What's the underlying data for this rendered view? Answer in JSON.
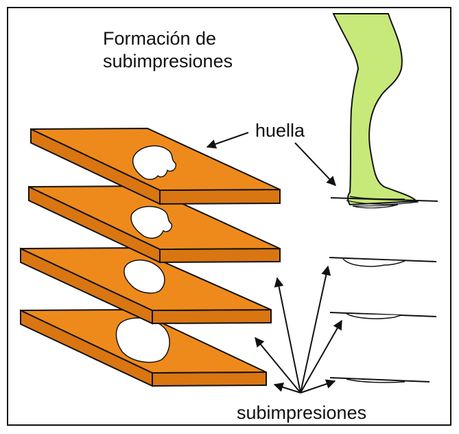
{
  "title": {
    "line1": "Formación de",
    "line2": "subimpresiones"
  },
  "labels": {
    "huella": "huella",
    "subimpresiones": "subimpresiones"
  },
  "colors": {
    "slab": "#ee8a1c",
    "slab_dark": "#d97612",
    "leg": "#c7e97a",
    "print": "#ffffff",
    "outline": "#111111"
  }
}
